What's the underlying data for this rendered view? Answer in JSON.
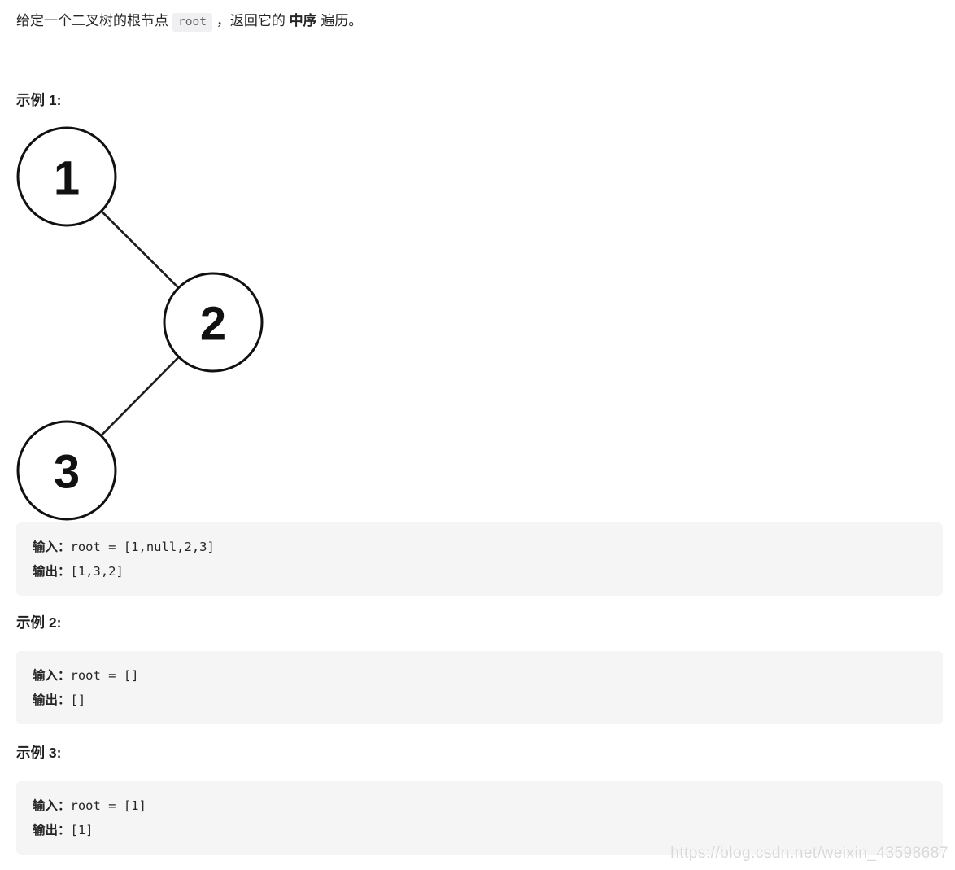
{
  "description": {
    "prefix": "给定一个二叉树的根节点",
    "inline_code": "root",
    "middle": "，返回它的 ",
    "bold": "中序",
    "suffix": " 遍历。"
  },
  "examples": [
    {
      "heading": "示例 1:",
      "input_label": "输入：",
      "input_value": "root = [1,null,2,3]",
      "output_label": "输出：",
      "output_value": "[1,3,2]"
    },
    {
      "heading": "示例 2:",
      "input_label": "输入：",
      "input_value": "root = []",
      "output_label": "输出：",
      "output_value": "[]"
    },
    {
      "heading": "示例 3:",
      "input_label": "输入：",
      "input_value": "root = [1]",
      "output_label": "输出：",
      "output_value": "[1]"
    }
  ],
  "tree": {
    "nodes": [
      {
        "label": "1"
      },
      {
        "label": "2"
      },
      {
        "label": "3"
      }
    ],
    "edges": [
      [
        0,
        1
      ],
      [
        1,
        2
      ]
    ]
  },
  "watermark": {
    "text": "https://blog.csdn.net/weixin_43598687"
  },
  "colors": {
    "text": "#262626",
    "code_block_bg": "#f5f5f6",
    "inline_code_bg": "#f0f0f2",
    "inline_code_text": "#666666",
    "node_stroke": "#111111",
    "watermark_text": "#d9d9d9"
  }
}
